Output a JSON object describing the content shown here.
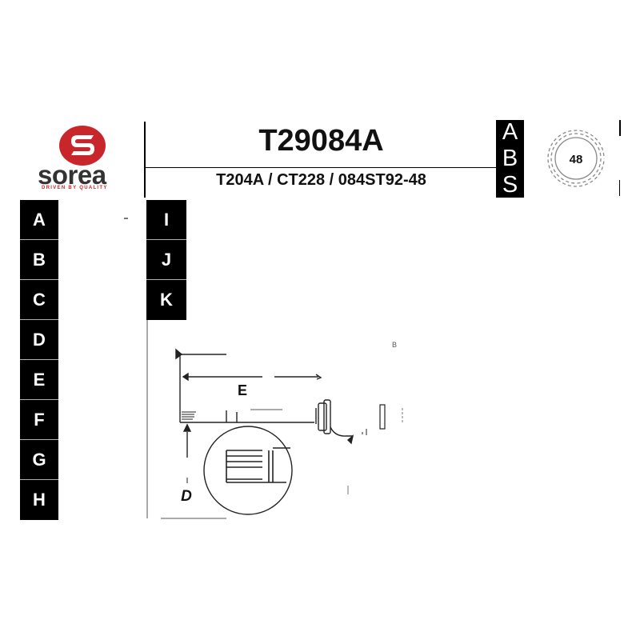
{
  "brand": {
    "name": "sorea",
    "tagline": "DRIVEN BY QUALITY",
    "colors": {
      "red": "#c9262c",
      "dark_gray": "#333333",
      "black": "#000000"
    }
  },
  "header": {
    "part_number": "T29084A",
    "cross_references": "T204A / CT228 / 084ST92-48"
  },
  "abs": {
    "letters": [
      "A",
      "B",
      "S"
    ],
    "ring_teeth": "48",
    "icon": "abs-tone-ring-icon"
  },
  "dimension_labels_left": [
    "A",
    "B",
    "C",
    "D",
    "E",
    "F",
    "G",
    "H"
  ],
  "dimension_labels_mid": [
    "I",
    "J",
    "K"
  ],
  "drawing": {
    "label_e": "E",
    "label_d": "D",
    "label_b": "B"
  }
}
